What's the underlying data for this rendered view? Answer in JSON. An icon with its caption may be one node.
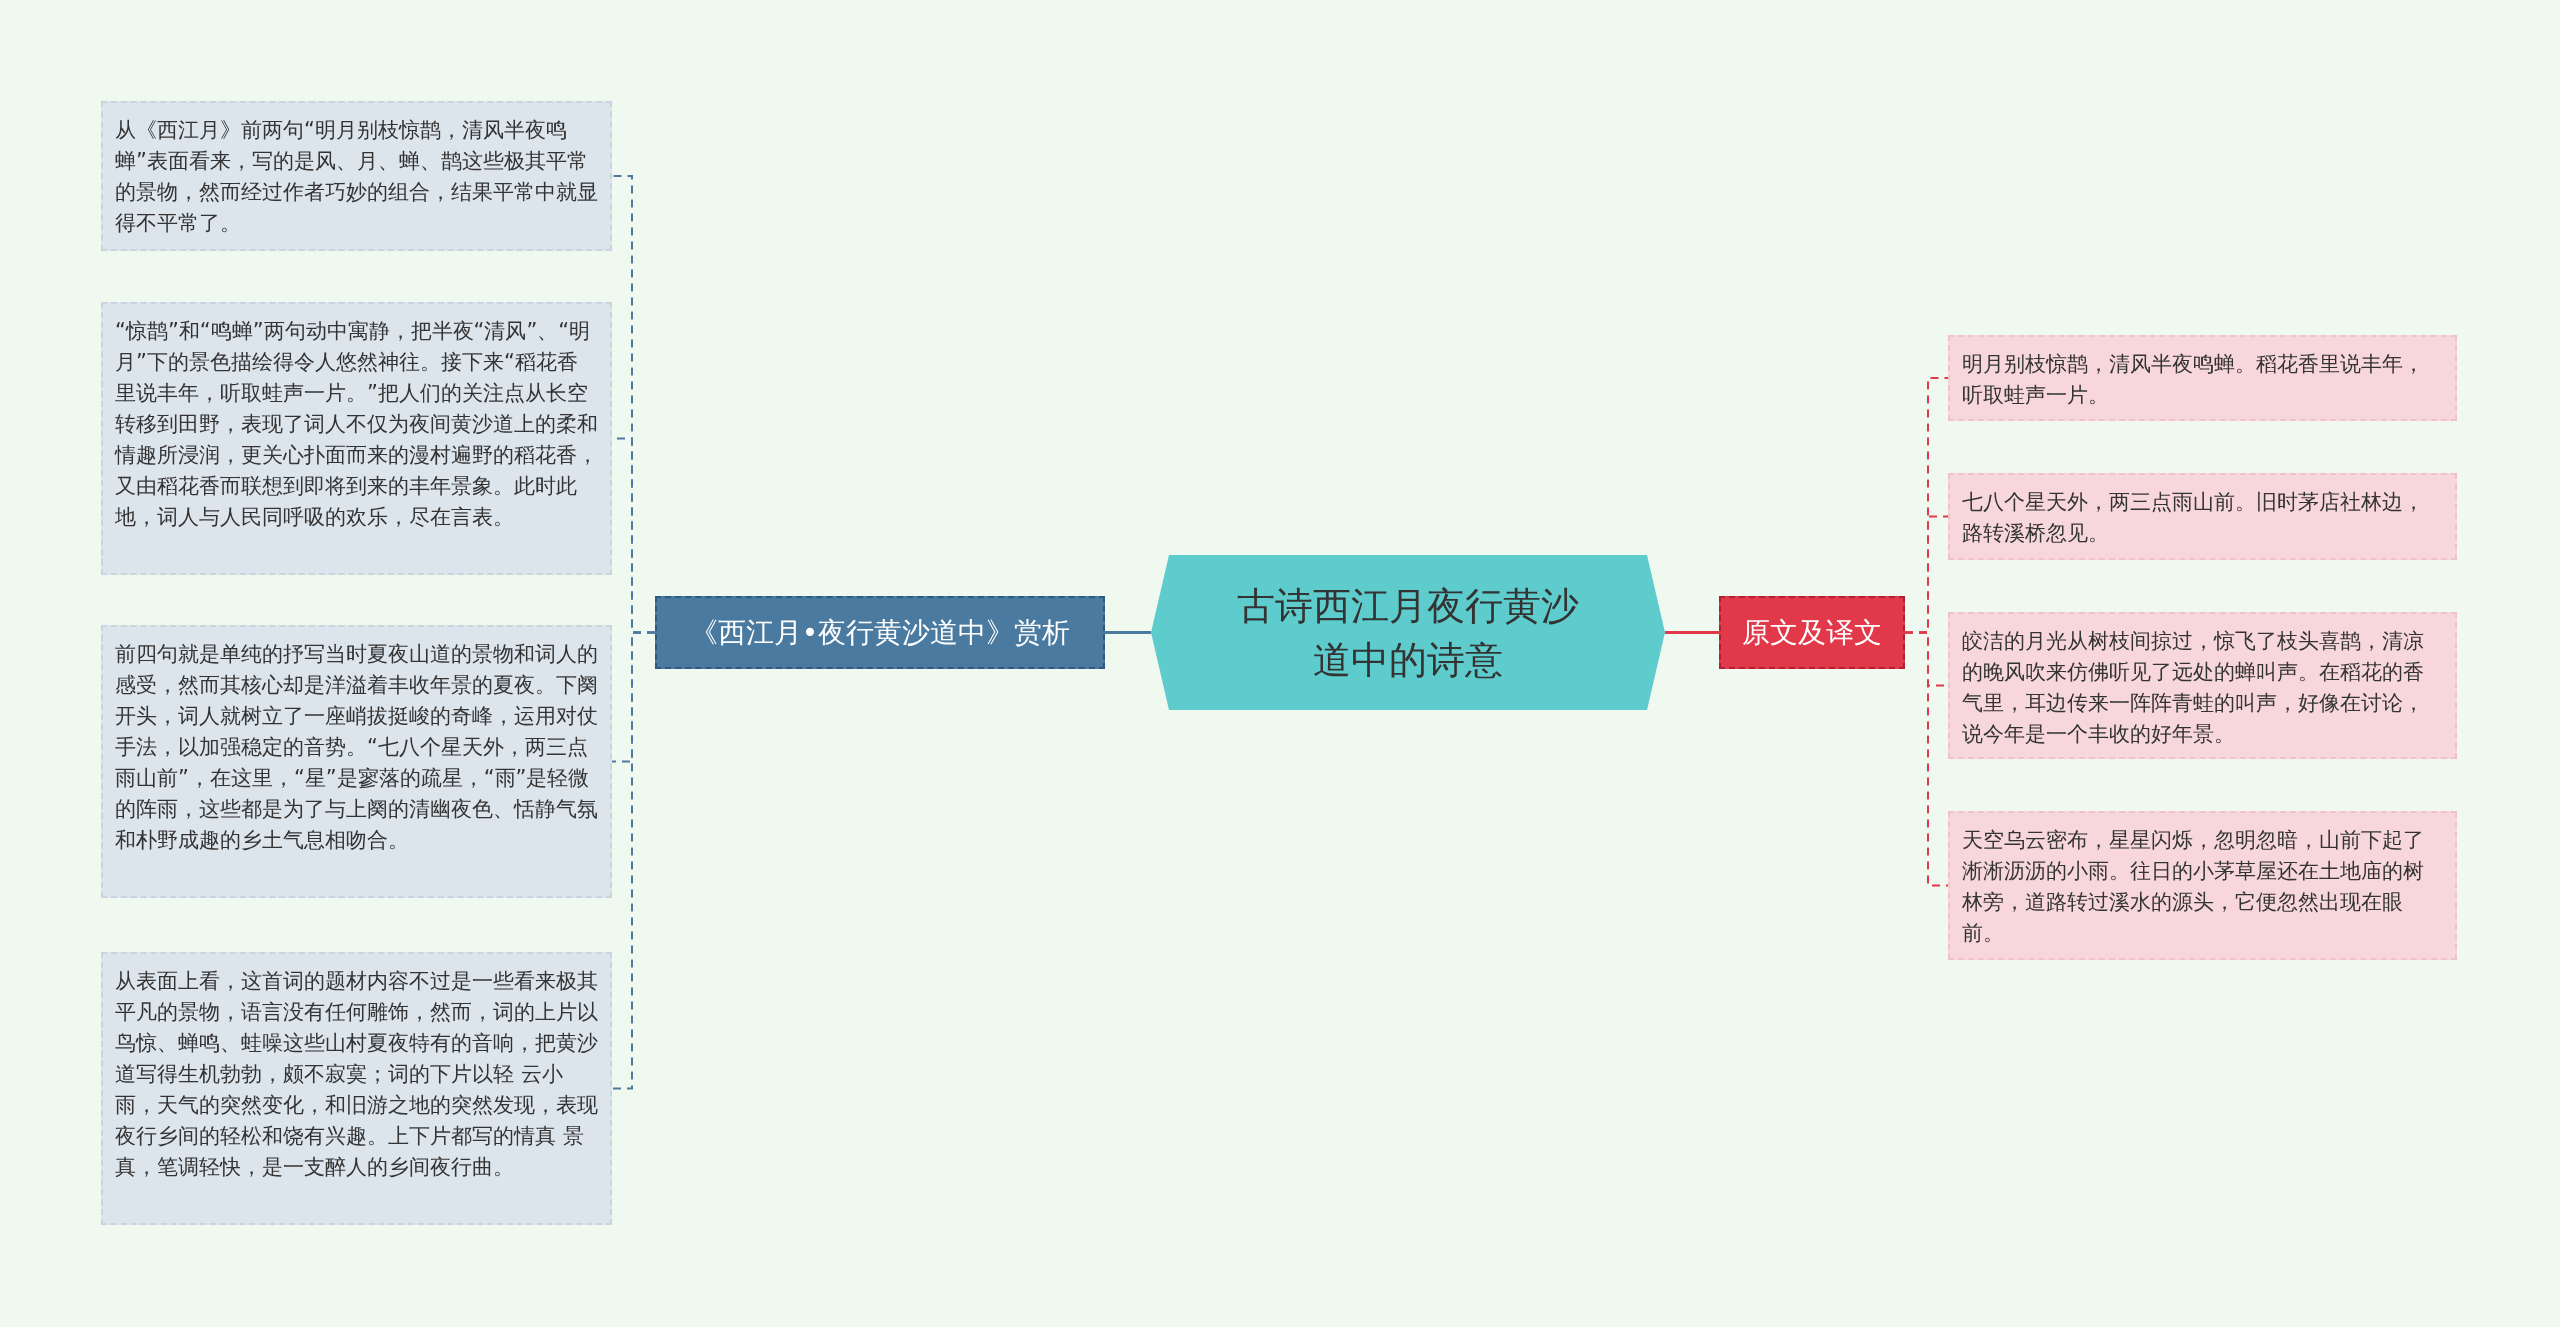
{
  "diagram": {
    "nodes": [
      {
        "text": [
          "古诗西江月夜行黄沙道中的诗意"
        ]
      },
      {
        "text": [
          "《西江月•夜行黄沙道中》赏析"
        ]
      },
      {
        "text": [
          "从《西江月》前两句“明月别枝惊鹊，清风半夜鸣蝉”表面看来，写的是风、月、蝉、鹊这些极其平常的景物，然而经过作者巧妙的组合，结果平常中就显得不平常了。"
        ]
      },
      {
        "text": [
          "“惊鹊”和“鸣蝉”两句动中寓静，把半夜“清风”、“明月”下的景色描绘得令人悠然神往。接下来“稻花香里说丰年，听取蛙声一片。”把人们的关注点从长空转移到田野，表现了词人不仅为夜间黄沙道上的柔和情趣所浸润，更关心扑面而来的漫村遍野的稻花香，又由稻花香而联想到即将到来的丰年景象。此时此地，词人与人民同呼吸的欢乐，尽在言表。"
        ]
      },
      {
        "text": [
          "前四句就是单纯的抒写当时夏夜山道的景物和词人的感受，然而其核心却是洋溢着丰收年景的夏夜。下阕开头，词人就树立了一座峭拔挺峻的奇峰，运用对仗手法，以加强稳定的音势。“七八个星天外，两三点雨山前”，在这里，“星”是寥落的疏星，“雨”是轻微的阵雨，这些都是为了与上阕的清幽夜色、恬静气氛和朴野成趣的乡土气息相吻合。"
        ]
      },
      {
        "text": [
          "从表面上看，这首词的题材内容不过是一些看来极其平凡的景物，语言没有任何雕饰，然而，词的上片以鸟惊、蝉鸣、蛙噪这些山村夏夜特有的音响，把黄沙道写得生机勃勃，颇不寂寞；词的下片以轻 云小雨，天气的突然变化，和旧游之地的突然发现，表现夜行乡间的轻松和饶有兴趣。上下片都写的情真 景真，笔调轻快，是一支醉人的乡间夜行曲。"
        ]
      },
      {
        "text": [
          "原文及译文"
        ]
      },
      {
        "text": [
          "明月别枝惊鹊，清风半夜鸣蝉。稻花香里说丰年，听取蛙声一片。"
        ]
      },
      {
        "text": [
          "七八个星天外，两三点雨山前。旧时茅店社林边，路转溪桥忽见。"
        ]
      },
      {
        "text": [
          "皎洁的月光从树枝间掠过，惊飞了枝头喜鹊，清凉的晚风吹来仿佛听见了远处的蝉叫声。在稻花的香气里，耳边传来一阵阵青蛙的叫声，好像在讨论，说今年是一个丰收的好年景。"
        ]
      },
      {
        "text": [
          "天空乌云密布，星星闪烁，忽明忽暗，山前下起了淅淅沥沥的小雨。往日的小茅草屋还在土地庙的树林旁，道路转过溪水的源头，它便忽然出现在眼前。"
        ]
      }
    ],
    "edges": [
      {
        "from": 0,
        "to": 1,
        "arrow": "none",
        "color": "#4a7aa0"
      },
      {
        "from": 1,
        "to": 2,
        "arrow": "none",
        "style": "dashed",
        "color": "#4a7aa0"
      },
      {
        "from": 1,
        "to": 3,
        "arrow": "none",
        "style": "dashed",
        "color": "#4a7aa0"
      },
      {
        "from": 1,
        "to": 4,
        "arrow": "none",
        "style": "dashed",
        "color": "#4a7aa0"
      },
      {
        "from": 1,
        "to": 5,
        "arrow": "none",
        "style": "dashed",
        "color": "#4a7aa0"
      },
      {
        "from": 0,
        "to": 6,
        "arrow": "none",
        "color": "#e0394a"
      },
      {
        "from": 6,
        "to": 7,
        "arrow": "none",
        "style": "dashed",
        "color": "#e0394a"
      },
      {
        "from": 6,
        "to": 8,
        "arrow": "none",
        "style": "dashed",
        "color": "#e0394a"
      },
      {
        "from": 6,
        "to": 9,
        "arrow": "none",
        "style": "dashed",
        "color": "#e0394a"
      },
      {
        "from": 6,
        "to": 10,
        "arrow": "none",
        "style": "dashed",
        "color": "#e0394a"
      }
    ]
  }
}
